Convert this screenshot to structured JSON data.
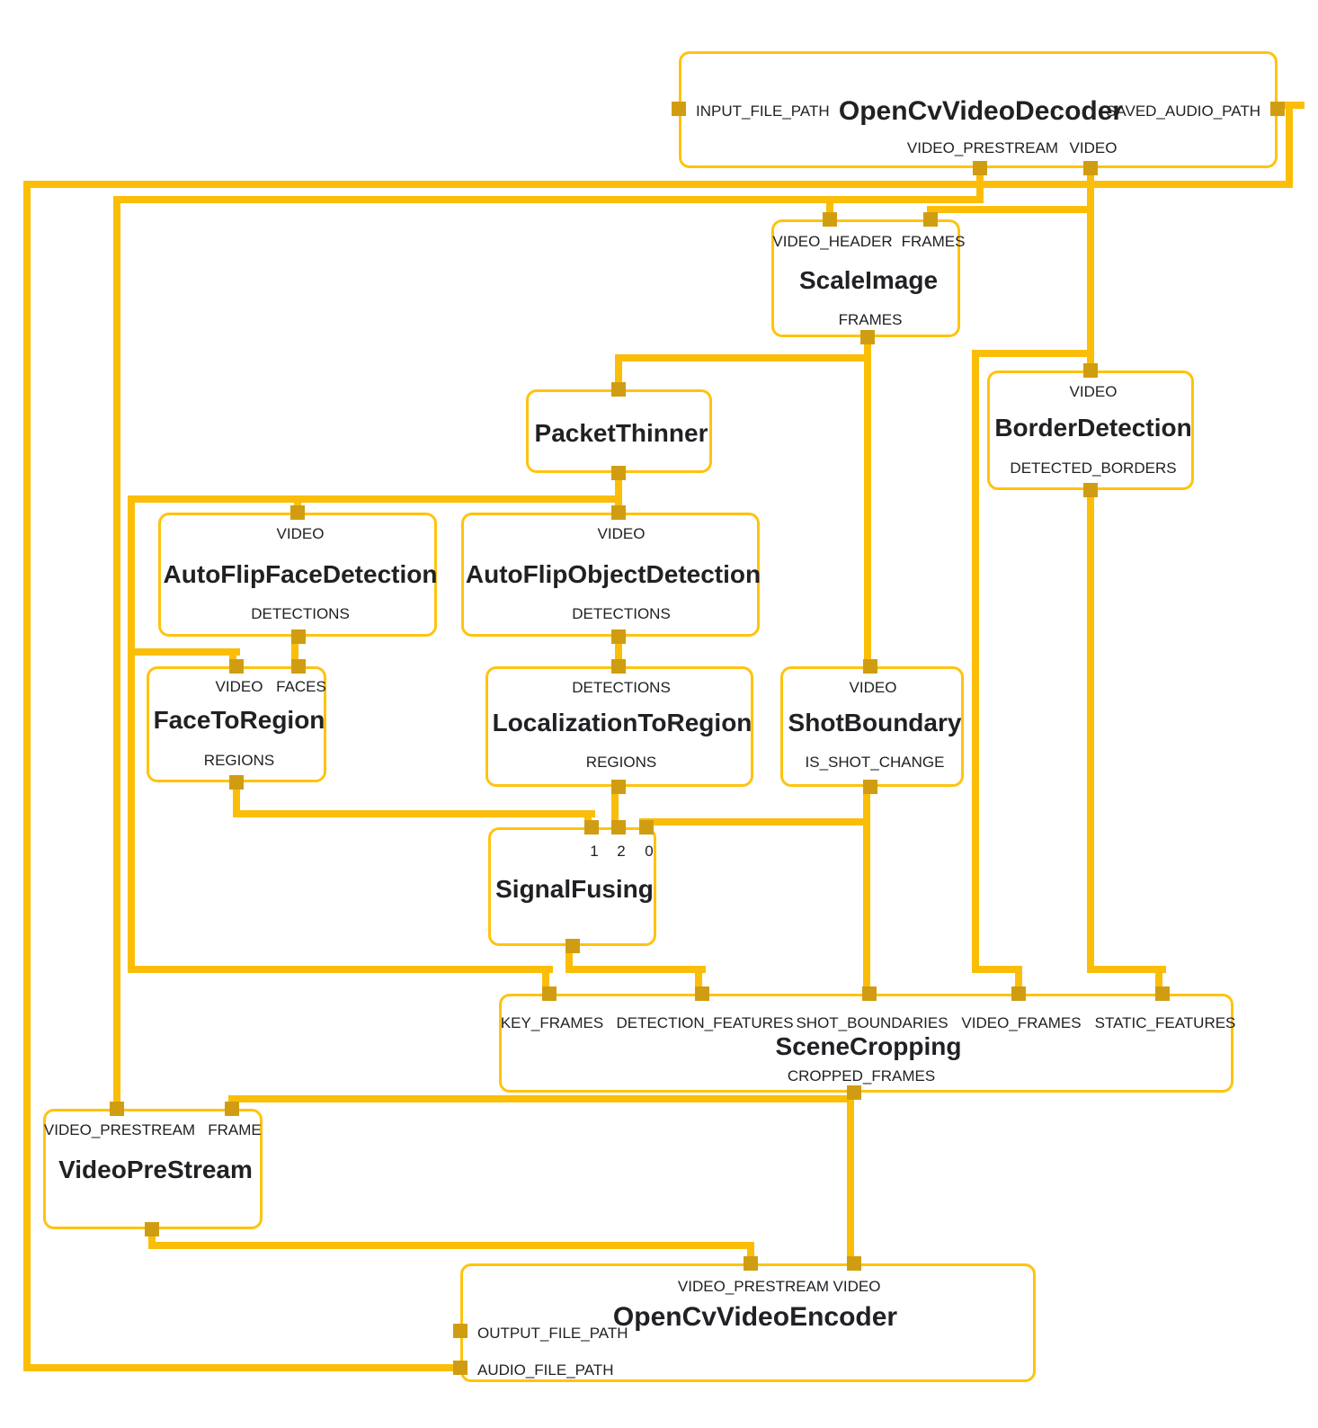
{
  "colors": {
    "wire": "#FBBE08",
    "port": "#D09D12",
    "node_border": "#FFC30F",
    "node_background": "#FFFFFF",
    "text": "#202124",
    "background": "#FFFFFF"
  },
  "nodes": {
    "opencv_video_decoder": {
      "title": "OpenCvVideoDecoder",
      "left_ports": [
        "INPUT_FILE_PATH"
      ],
      "right_ports": [
        "SAVED_AUDIO_PATH"
      ],
      "bottom_ports": [
        "VIDEO_PRESTREAM",
        "VIDEO"
      ]
    },
    "scale_image": {
      "title": "ScaleImage",
      "top_ports": [
        "VIDEO_HEADER",
        "FRAMES"
      ],
      "bottom_ports": [
        "FRAMES"
      ]
    },
    "packet_thinner": {
      "title": "PacketThinner"
    },
    "border_detection": {
      "title": "BorderDetection",
      "top_ports": [
        "VIDEO"
      ],
      "bottom_ports": [
        "DETECTED_BORDERS"
      ]
    },
    "auto_flip_face_detection": {
      "title": "AutoFlipFaceDetection",
      "top_ports": [
        "VIDEO"
      ],
      "bottom_ports": [
        "DETECTIONS"
      ]
    },
    "auto_flip_object_detection": {
      "title": "AutoFlipObjectDetection",
      "top_ports": [
        "VIDEO"
      ],
      "bottom_ports": [
        "DETECTIONS"
      ]
    },
    "face_to_region": {
      "title": "FaceToRegion",
      "top_ports": [
        "VIDEO",
        "FACES"
      ],
      "bottom_ports": [
        "REGIONS"
      ]
    },
    "localization_to_region": {
      "title": "LocalizationToRegion",
      "top_ports": [
        "DETECTIONS"
      ],
      "bottom_ports": [
        "REGIONS"
      ]
    },
    "shot_boundary": {
      "title": "ShotBoundary",
      "top_ports": [
        "VIDEO"
      ],
      "bottom_ports": [
        "IS_SHOT_CHANGE"
      ]
    },
    "signal_fusing": {
      "title": "SignalFusing",
      "top_ports": [
        "1",
        "2",
        "0"
      ]
    },
    "scene_cropping": {
      "title": "SceneCropping",
      "top_ports": [
        "KEY_FRAMES",
        "DETECTION_FEATURES",
        "SHOT_BOUNDARIES",
        "VIDEO_FRAMES",
        "STATIC_FEATURES"
      ],
      "bottom_ports": [
        "CROPPED_FRAMES"
      ]
    },
    "video_pre_stream": {
      "title": "VideoPreStream",
      "top_ports": [
        "VIDEO_PRESTREAM",
        "FRAME"
      ]
    },
    "opencv_video_encoder": {
      "title": "OpenCvVideoEncoder",
      "top_ports": [
        "VIDEO_PRESTREAM",
        "VIDEO"
      ],
      "left_ports": [
        "OUTPUT_FILE_PATH",
        "AUDIO_FILE_PATH"
      ]
    }
  }
}
